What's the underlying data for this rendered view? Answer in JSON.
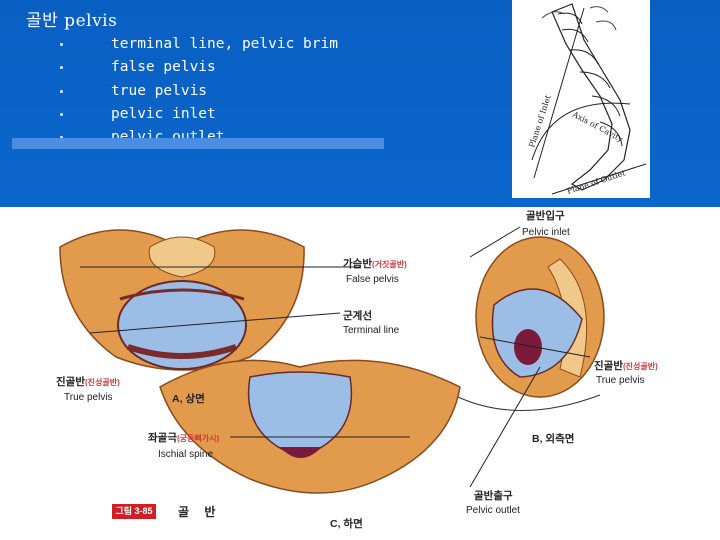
{
  "slide": {
    "title": "골반  pelvis",
    "bullets": [
      "terminal line, pelvic brim",
      "false pelvis",
      "true pelvis",
      "pelvic inlet",
      "pelvic outlet"
    ]
  },
  "sketch": {
    "labels": [
      "Plane of Inlet",
      "Axis of Cavity",
      "Plane of Outlet"
    ]
  },
  "figure": {
    "labels": {
      "inlet_ko": "골반입구",
      "inlet_en": "Pelvic inlet",
      "false_ko": "가슴반",
      "false_small": "(거짓골반)",
      "false_en": "False pelvis",
      "terminal_ko": "군계선",
      "terminal_en": "Terminal line",
      "true_left_ko": "진골반",
      "true_left_small": "(진성골반)",
      "true_left_en": "True pelvis",
      "true_right_ko": "진골반",
      "true_right_small": "(진성골반)",
      "true_right_en": "True pelvis",
      "view_a": "A, 상면",
      "view_b": "B, 외측면",
      "view_c": "C, 하면",
      "ischial_ko": "좌골극",
      "ischial_small": "(궁둥뼈가시)",
      "ischial_en": "Ischial spine",
      "outlet_ko": "골반출구",
      "outlet_en": "Pelvic outlet"
    },
    "caption_num": "그림 3-85",
    "caption_title": "골 반"
  }
}
